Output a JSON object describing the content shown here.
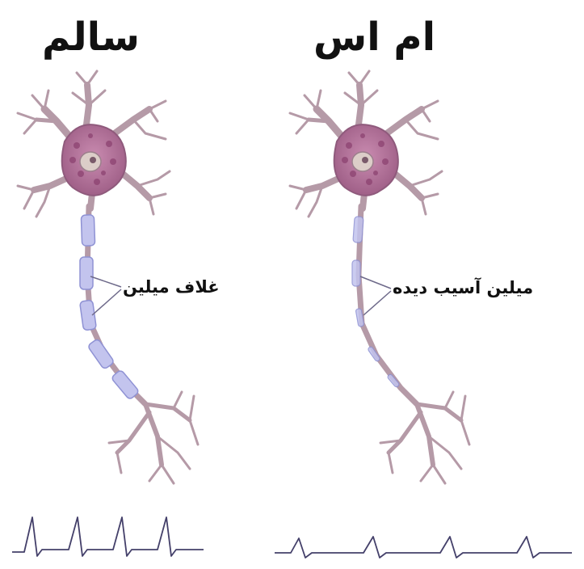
{
  "panels": {
    "healthy": {
      "title": "سالم",
      "label": "غلاف میلین"
    },
    "ms": {
      "title": "ام اس",
      "label": "میلین آسیب دیده"
    }
  },
  "colors": {
    "neuron_fill": "#c9aeb8",
    "neuron_stroke": "#9c7f8c",
    "soma": "#a9698e",
    "soma_dots": "#8a3f6e",
    "nucleus": "#d8c8c4",
    "myelin_fill": "#c3c4ee",
    "myelin_stroke": "#8f92d4",
    "signal": "#44406a"
  }
}
